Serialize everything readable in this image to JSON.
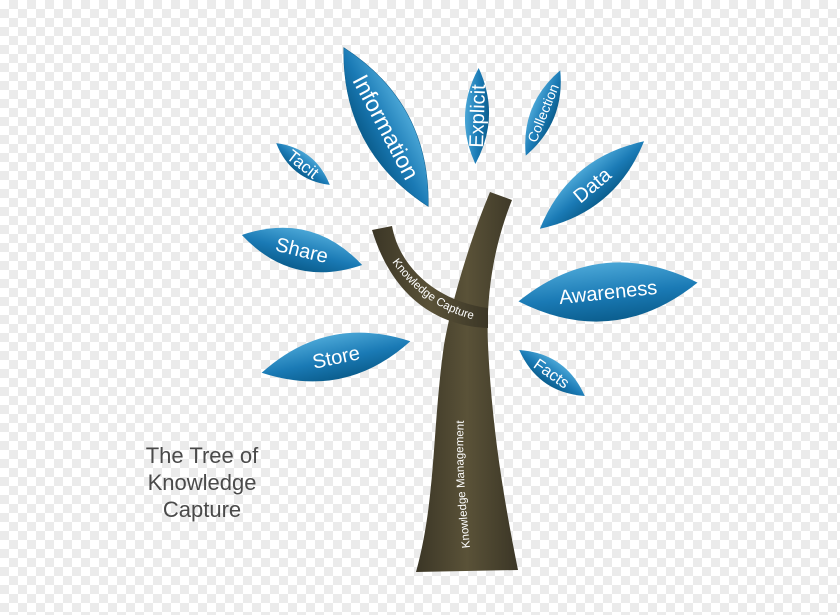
{
  "caption": {
    "line1": "The Tree of",
    "line2": "Knowledge",
    "line3": "Capture"
  },
  "branches": {
    "upper": "Knowledge Capture",
    "lower": "Knowledge Management"
  },
  "leaves": {
    "information": "Information",
    "explicit": "Explicit",
    "collection": "Collection",
    "tacit": "Tacit",
    "data": "Data",
    "share": "Share",
    "awareness": "Awareness",
    "store": "Store",
    "facts": "Facts"
  },
  "colors": {
    "leaf_light": "#4aa6d6",
    "leaf_dark": "#0b5e8e",
    "trunk": "#4a4430",
    "caption": "#4a4a4a"
  }
}
